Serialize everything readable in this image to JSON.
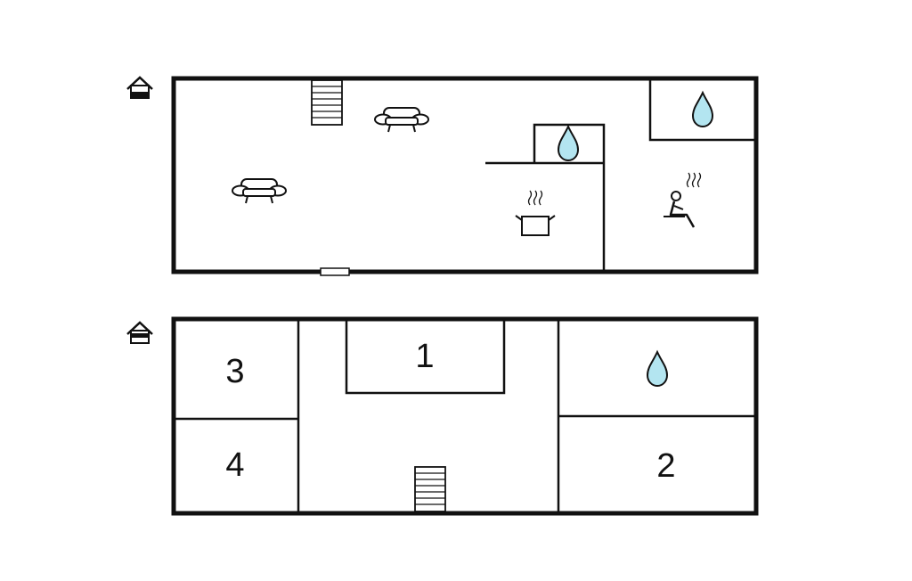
{
  "colors": {
    "wall": "#111111",
    "water_fill": "#b3e5f0",
    "background": "#ffffff"
  },
  "floors": [
    {
      "level_icon": "house-floor-ground-icon",
      "icons": [
        "stairs-icon",
        "sofa-icon",
        "sofa-icon",
        "water-drop-icon",
        "water-drop-icon",
        "cooking-pot-icon",
        "sauna-icon",
        "door-icon"
      ]
    },
    {
      "level_icon": "house-floor-upper-icon",
      "rooms": [
        {
          "label": "1"
        },
        {
          "label": "2"
        },
        {
          "label": "3"
        },
        {
          "label": "4"
        }
      ],
      "icons": [
        "water-drop-icon",
        "stairs-icon"
      ]
    }
  ]
}
